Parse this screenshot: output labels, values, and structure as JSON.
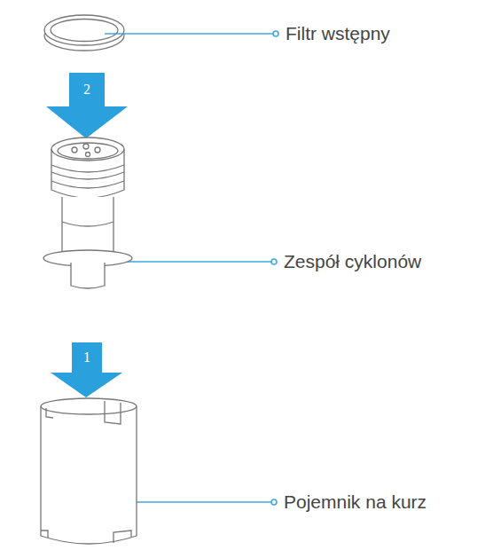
{
  "diagram": {
    "labels": [
      "Filtr wstępny",
      "2",
      "Zespół cyklonów",
      "1",
      "Pojemnik na kurz"
    ]
  }
}
